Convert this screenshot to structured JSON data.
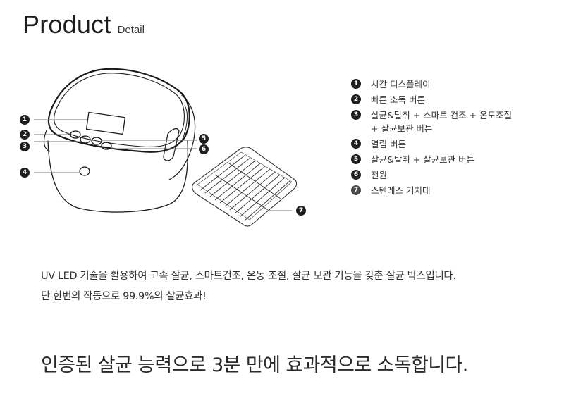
{
  "header": {
    "title": "Product",
    "subtitle": "Detail"
  },
  "callouts": [
    {
      "num": "1"
    },
    {
      "num": "2"
    },
    {
      "num": "3"
    },
    {
      "num": "4"
    },
    {
      "num": "5"
    },
    {
      "num": "6"
    },
    {
      "num": "7"
    }
  ],
  "legend": {
    "items": [
      {
        "num": "1",
        "label": "시간 디스플레이"
      },
      {
        "num": "2",
        "label": "빠른 소독 버튼"
      },
      {
        "num": "3",
        "label": "살균&탈취 + 스마트 건조 + 온도조절\n+ 살균보관 버튼"
      },
      {
        "num": "4",
        "label": "열림 버튼"
      },
      {
        "num": "5",
        "label": "살균&탈취 + 살균보관 버튼"
      },
      {
        "num": "6",
        "label": "전원"
      },
      {
        "num": "7",
        "label": "스텐레스 거치대"
      }
    ]
  },
  "description": {
    "line1": "UV LED 기술을 활용하여 고속 살균, 스마트건조, 온동 조절, 살균 보관 기능을 갖춘 살균 박스입니다.",
    "line2": "단 한번의 작동으로 99.9%의 살균효과!"
  },
  "headline": "인증된 살균 능력으로 3분 만에 효과적으로 소독합니다.",
  "colors": {
    "badge": "#1f1f1f",
    "text": "#333333",
    "background": "#ffffff"
  }
}
